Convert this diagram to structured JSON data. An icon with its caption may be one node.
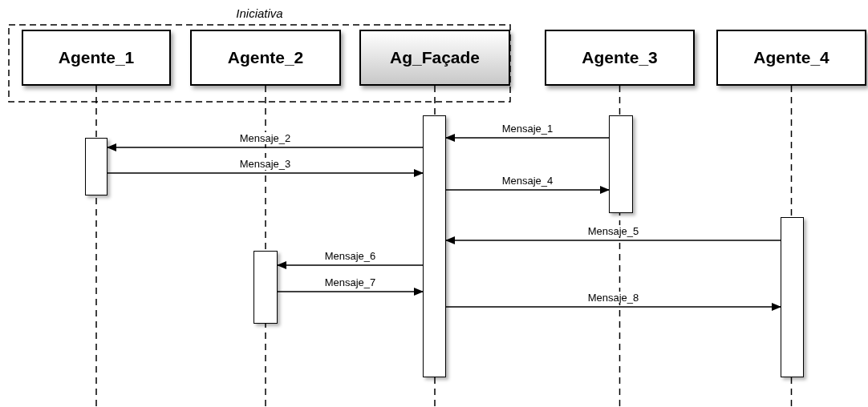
{
  "diagram": {
    "nodes": [
      {
        "text": [
          "Iniciativa"
        ]
      },
      {
        "text": [
          "Agente_1"
        ],
        "in": 0
      },
      {
        "text": [
          "Agente_2"
        ],
        "in": 0
      },
      {
        "text": [
          "Ag_Façade"
        ],
        "in": 0
      },
      {
        "text": [
          "Agente_3"
        ]
      },
      {
        "text": [
          "Agente_4"
        ]
      },
      {
        "text": [],
        "shape": "bar"
      },
      {
        "text": [],
        "shape": "bar"
      },
      {
        "text": [],
        "shape": "bar"
      },
      {
        "text": [],
        "shape": "bar"
      },
      {
        "text": [],
        "shape": "bar"
      }
    ],
    "edges": [
      {
        "from": 9,
        "to": 8,
        "arrow": "to",
        "label": "Mensaje_1"
      },
      {
        "from": 8,
        "to": 6,
        "arrow": "to",
        "label": "Mensaje_2"
      },
      {
        "from": 6,
        "to": 8,
        "arrow": "to",
        "label": "Mensaje_3"
      },
      {
        "from": 8,
        "to": 9,
        "arrow": "to",
        "label": "Mensaje_4"
      },
      {
        "from": 10,
        "to": 8,
        "arrow": "to",
        "label": "Mensaje_5"
      },
      {
        "from": 8,
        "to": 7,
        "arrow": "to",
        "label": "Mensaje_6"
      },
      {
        "from": 7,
        "to": 8,
        "arrow": "to",
        "label": "Mensaje_7"
      },
      {
        "from": 8,
        "to": 10,
        "arrow": "to",
        "label": "Mensaje_8"
      }
    ]
  }
}
